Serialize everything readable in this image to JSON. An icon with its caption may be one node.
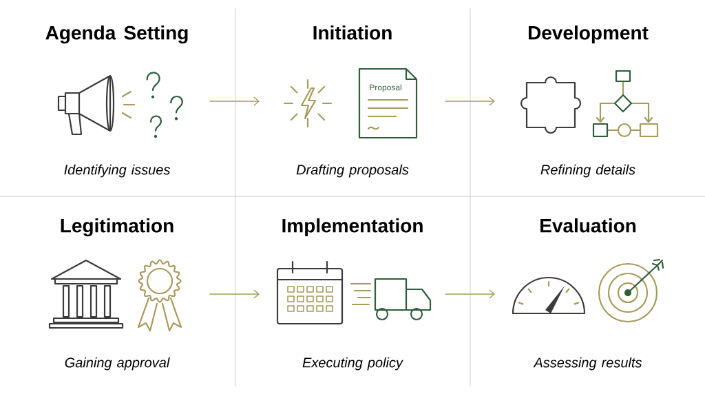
{
  "diagram": {
    "nodes": [
      {
        "text": [
          "Agenda Setting",
          "Identifying issues"
        ]
      },
      {
        "text": [
          "Initiation",
          "Drafting proposals"
        ]
      },
      {
        "text": [
          "Development",
          "Refining details"
        ]
      },
      {
        "text": [
          "Legitimation",
          "Gaining approval"
        ]
      },
      {
        "text": [
          "Implementation",
          "Executing policy"
        ]
      },
      {
        "text": [
          "Evaluation",
          "Assessing results"
        ]
      }
    ],
    "edges": [
      {
        "from": 0,
        "to": 1,
        "arrow": "to"
      },
      {
        "from": 1,
        "to": 2,
        "arrow": "to"
      },
      {
        "from": 3,
        "to": 4,
        "arrow": "to"
      },
      {
        "from": 4,
        "to": 5,
        "arrow": "to"
      }
    ],
    "labels": [
      "Proposal"
    ]
  }
}
